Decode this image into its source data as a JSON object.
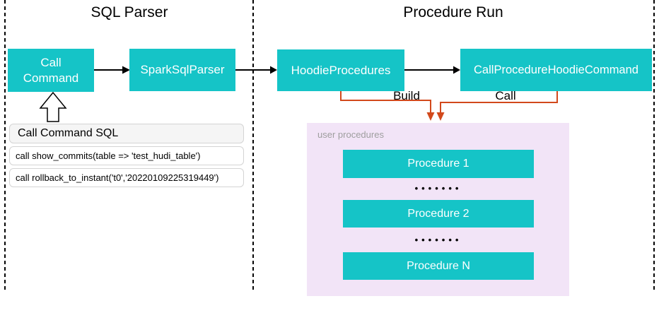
{
  "colors": {
    "teal": "#15c4c7",
    "purple": "#f2e4f7",
    "orange": "#d2491c",
    "ink": "#000000",
    "gray_label": "#9e9e9e"
  },
  "sections": {
    "sql_parser_title": "SQL Parser",
    "procedure_run_title": "Procedure Run"
  },
  "nodes": {
    "call_command": "Call Command",
    "spark_sql_parser": "SparkSqlParser",
    "hoodie_procedures": "HoodieProcedures",
    "call_procedure_hoodie_command": "CallProcedureHoodieCommand"
  },
  "edges": {
    "build_label": "Build",
    "call_label": "Call"
  },
  "sql_card": {
    "header": "Call Command SQL",
    "rows": [
      "call show_commits(table => 'test_hudi_table')",
      "call rollback_to_instant('t0','20220109225319449')"
    ]
  },
  "user_procedures": {
    "label": "user procedures",
    "items": [
      "Procedure 1",
      "Procedure 2",
      "Procedure N"
    ],
    "ellipsis": "•••••••"
  }
}
